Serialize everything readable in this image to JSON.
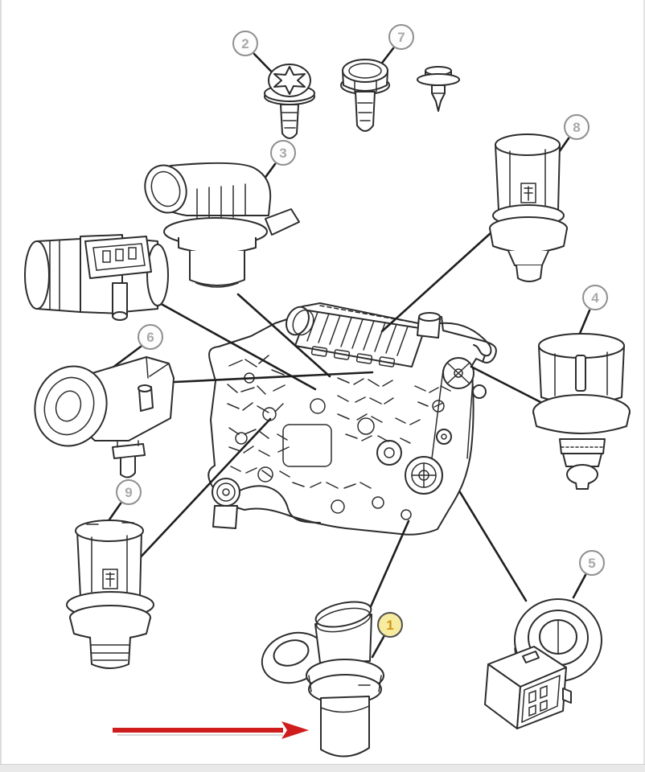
{
  "diagram": {
    "kind": "engine sensor and fastener parts diagram",
    "colors": {
      "line_art": "#2d2d2d",
      "callout_ring": "#8f8f8f",
      "callout_number": "#a9a9a9",
      "highlight_ring": "#4f4f4f",
      "highlight_fill": "#f6eb9e",
      "highlight_number": "#cf9412",
      "arrow_red": "#cf1d1d"
    },
    "callouts": {
      "c1": {
        "label": "1",
        "highlighted": true,
        "part": "camshaft-position-sensor-with-mounting-ear"
      },
      "c2": {
        "label": "2",
        "highlighted": false,
        "part": "torx-head-screw"
      },
      "c3": {
        "label": "3",
        "highlighted": false,
        "part": "camshaft-position-sensor-angled-connector"
      },
      "c4": {
        "label": "4",
        "highlighted": false,
        "part": "cylindrical-sensor-with-flange"
      },
      "c5": {
        "label": "5",
        "highlighted": false,
        "part": "knock-sensor"
      },
      "c6": {
        "label": "6",
        "highlighted": false,
        "part": "map-sensor"
      },
      "c7": {
        "label": "7",
        "highlighted": false,
        "part": "hex-flange-bolt"
      },
      "c8": {
        "label": "8",
        "highlighted": false,
        "part": "coolant-temperature-sensor"
      },
      "c9": {
        "label": "9",
        "highlighted": false,
        "part": "temperature-sensor"
      }
    },
    "unnumbered_parts": [
      "push-pin-fastener",
      "mass-air-flow-sensor",
      "engine-assembly"
    ],
    "annotation_arrow": {
      "color": "#cf1d1d",
      "direction": "right",
      "points_to_callout": "1"
    }
  }
}
